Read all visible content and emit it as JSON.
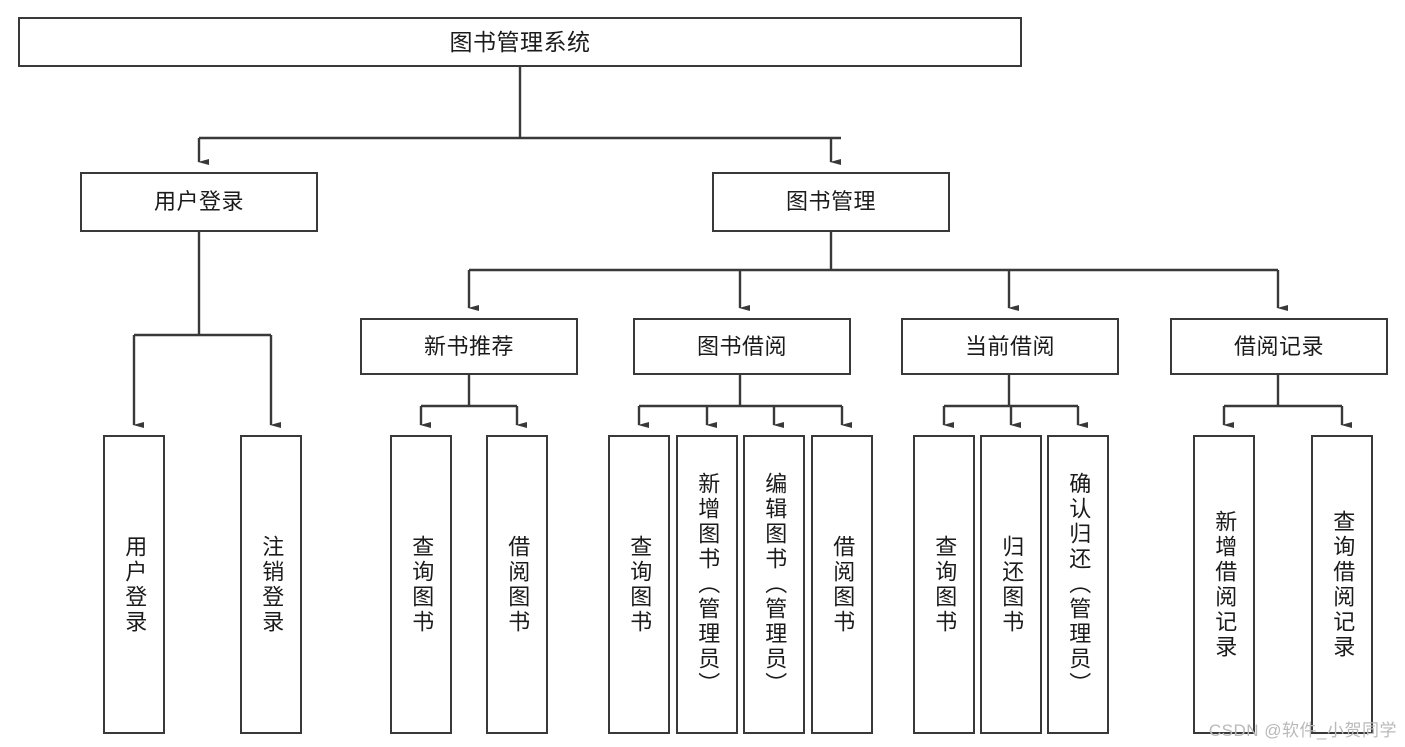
{
  "diagram": {
    "title": "图书管理系统",
    "type": "hierarchy-tree",
    "root": {
      "label": "图书管理系统"
    },
    "level1": [
      {
        "label": "用户登录"
      },
      {
        "label": "图书管理"
      }
    ],
    "level2": [
      {
        "label": "新书推荐"
      },
      {
        "label": "图书借阅"
      },
      {
        "label": "当前借阅"
      },
      {
        "label": "借阅记录"
      }
    ],
    "leaves": {
      "user_login": [
        {
          "label": "用户登录"
        },
        {
          "label": "注销登录"
        }
      ],
      "new_book_recommend": [
        {
          "label": "查询图书"
        },
        {
          "label": "借阅图书"
        }
      ],
      "book_borrow": [
        {
          "label": "查询图书"
        },
        {
          "label": "新增图书（管理员）"
        },
        {
          "label": "编辑图书（管理员）"
        },
        {
          "label": "借阅图书"
        }
      ],
      "current_borrow": [
        {
          "label": "查询图书"
        },
        {
          "label": "归还图书"
        },
        {
          "label": "确认归还（管理员）"
        }
      ],
      "borrow_record": [
        {
          "label": "新增借阅记录"
        },
        {
          "label": "查询借阅记录"
        }
      ]
    }
  },
  "watermark": {
    "text": "CSDN @软件_小贺同学"
  },
  "colors": {
    "stroke": "#393939",
    "background": "#ffffff",
    "text": "#1b1b1b",
    "watermark": "#b9b9b9"
  }
}
